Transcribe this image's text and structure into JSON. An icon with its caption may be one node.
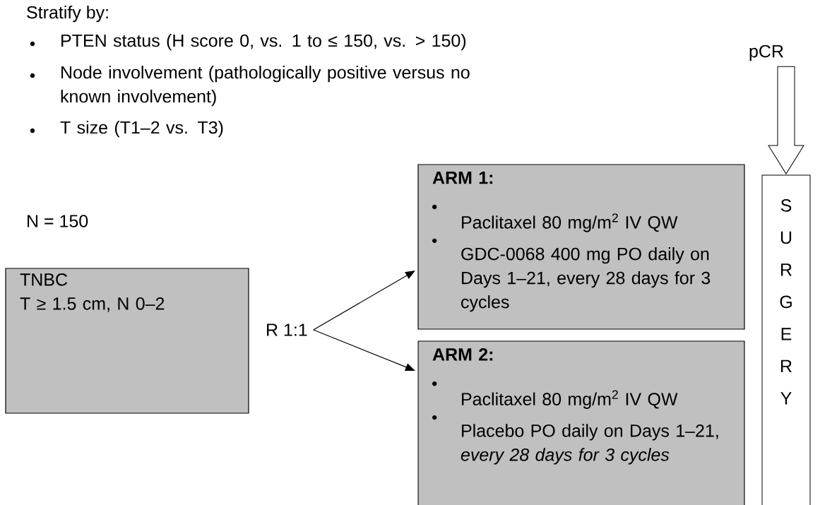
{
  "diagram": {
    "nodes": [
      {
        "text": [
          "TNBC",
          "T ≥ 1.5 cm, N 0–2"
        ]
      },
      {
        "text": [
          "R 1:1"
        ]
      },
      {
        "text": [
          "ARM 1:",
          "Paclitaxel 80 mg/m$^{2}$ IV QW",
          "GDC-0068 400 mg PO daily on Days 1–21, every 28 days for 3 cycles"
        ]
      },
      {
        "text": [
          "ARM 2:",
          "Paclitaxel 80 mg/m$^{2}$ IV QW",
          "Placebo PO daily on Days 1–21, *every 28 days for 3 cycles*"
        ]
      },
      {
        "text": [
          "pCR"
        ]
      },
      {
        "text": [
          "S U R G E R Y"
        ]
      }
    ],
    "edges": [
      {
        "from": 1,
        "to": 2,
        "arrow": "to"
      },
      {
        "from": 1,
        "to": 3,
        "arrow": "to"
      },
      {
        "from": 4,
        "to": 5,
        "arrow": "to"
      }
    ],
    "labels": [
      "Stratify by:",
      "PTEN status (H score 0, vs. 1 to ≤ 150, vs. > 150)",
      "Node involvement (pathologically positive versus no known involvement)",
      "T size (T1–2 vs. T3)",
      "N = 150"
    ]
  }
}
